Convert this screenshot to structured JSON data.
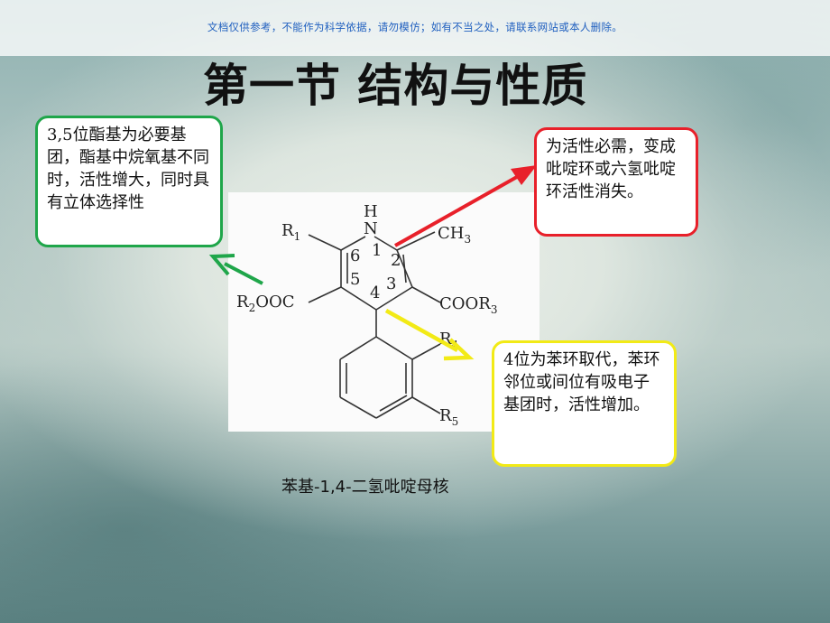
{
  "disclaimer": "文档仅供参考，不能作为科学依据，请勿模仿；如有不当之处，请联系网站或本人删除。",
  "title": "第一节  结构与性质",
  "notes": {
    "green": "3,5位酯基为必要基团，酯基中烷氧基不同时，活性增大，同时具有立体选择性",
    "red": "为活性必需，变成吡啶环或六氢吡啶环活性消失。",
    "yellow": "4位为苯环取代，苯环邻位或间位有吸电子基团时，活性增加。"
  },
  "caption": "苯基-1,4-二氢吡啶母核",
  "structure": {
    "n_atom": "N",
    "h_atom": "H",
    "r1": "R",
    "r1_sub": "1",
    "ch3": "CH",
    "ch3_sub": "3",
    "r2ooc_left": "R",
    "r2ooc_sub": "2",
    "r2ooc_right": "OOC",
    "coor3_left": "COOR",
    "coor3_sub": "3",
    "r4": "R",
    "r4_sub": "4",
    "r5": "R",
    "r5_sub": "5",
    "pos1": "1",
    "pos2": "2",
    "pos3": "3",
    "pos4": "4",
    "pos5": "5",
    "pos6": "6"
  },
  "colors": {
    "green": "#1fa64a",
    "red": "#e8202a",
    "yellow": "#f2ea16"
  }
}
